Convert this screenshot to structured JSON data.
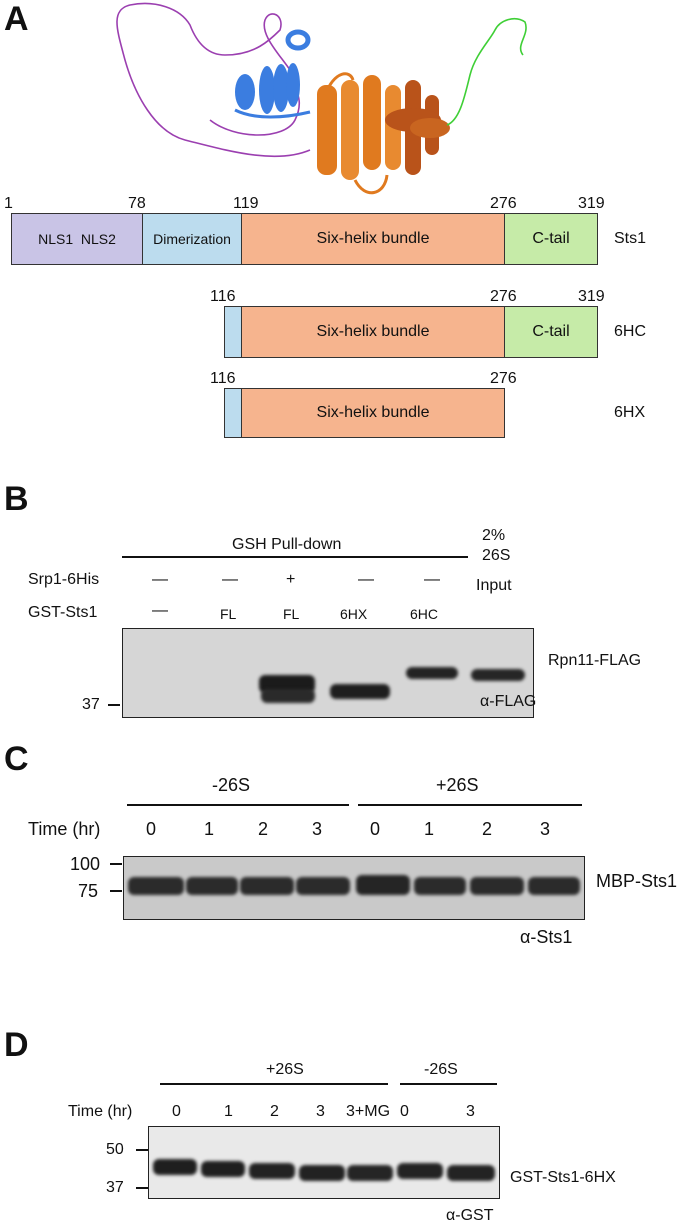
{
  "panels": {
    "a": "A",
    "b": "B",
    "c": "C",
    "d": "D"
  },
  "panel_a": {
    "structure_colors": {
      "nls": "#9b3fb0",
      "dimerization": "#3b7de0",
      "bundle": "#e07a1f",
      "bundle_dark": "#b9531a",
      "ctail": "#3fcf36"
    },
    "constructs": [
      {
        "name": "Sts1",
        "numbers": [
          "1",
          "78",
          "119",
          "276",
          "319"
        ],
        "segments": [
          {
            "label": "NLS1  NLS2",
            "color": "#c9c4e6"
          },
          {
            "label": "Dimerization",
            "color": "#bcdcee"
          },
          {
            "label": "Six-helix bundle",
            "color": "#f6b48e"
          },
          {
            "label": "C-tail",
            "color": "#c6eba8"
          }
        ]
      },
      {
        "name": "6HC",
        "numbers": [
          "116",
          "276",
          "319"
        ],
        "segments": [
          {
            "label": "",
            "color": "#bcdcee"
          },
          {
            "label": "Six-helix bundle",
            "color": "#f6b48e"
          },
          {
            "label": "C-tail",
            "color": "#c6eba8"
          }
        ]
      },
      {
        "name": "6HX",
        "numbers": [
          "116",
          "276"
        ],
        "segments": [
          {
            "label": "",
            "color": "#bcdcee"
          },
          {
            "label": "Six-helix bundle",
            "color": "#f6b48e"
          }
        ]
      }
    ]
  },
  "panel_b": {
    "header": "GSH Pull-down",
    "input_label": [
      "2%",
      "26S",
      "Input"
    ],
    "row1_label": "Srp1-6His",
    "row1": [
      "—",
      "—",
      "+",
      "—",
      "—"
    ],
    "row2_label": "GST-Sts1",
    "row2": [
      "—",
      "FL",
      "FL",
      "6HX",
      "6HC"
    ],
    "marker": "37",
    "band_label": "Rpn11-FLAG",
    "antibody": "α-FLAG"
  },
  "panel_c": {
    "group1": "-26S",
    "group2": "+26S",
    "time_label": "Time (hr)",
    "times": [
      "0",
      "1",
      "2",
      "3",
      "0",
      "1",
      "2",
      "3"
    ],
    "markers": [
      "100",
      "75"
    ],
    "band_label": "MBP-Sts1",
    "antibody": "α-Sts1"
  },
  "panel_d": {
    "group1": "+26S",
    "group2": "-26S",
    "time_label": "Time (hr)",
    "times": [
      "0",
      "1",
      "2",
      "3",
      "3+MG",
      "0",
      "3"
    ],
    "markers": [
      "50",
      "37"
    ],
    "band_label": "GST-Sts1-6HX",
    "antibody": "α-GST"
  }
}
